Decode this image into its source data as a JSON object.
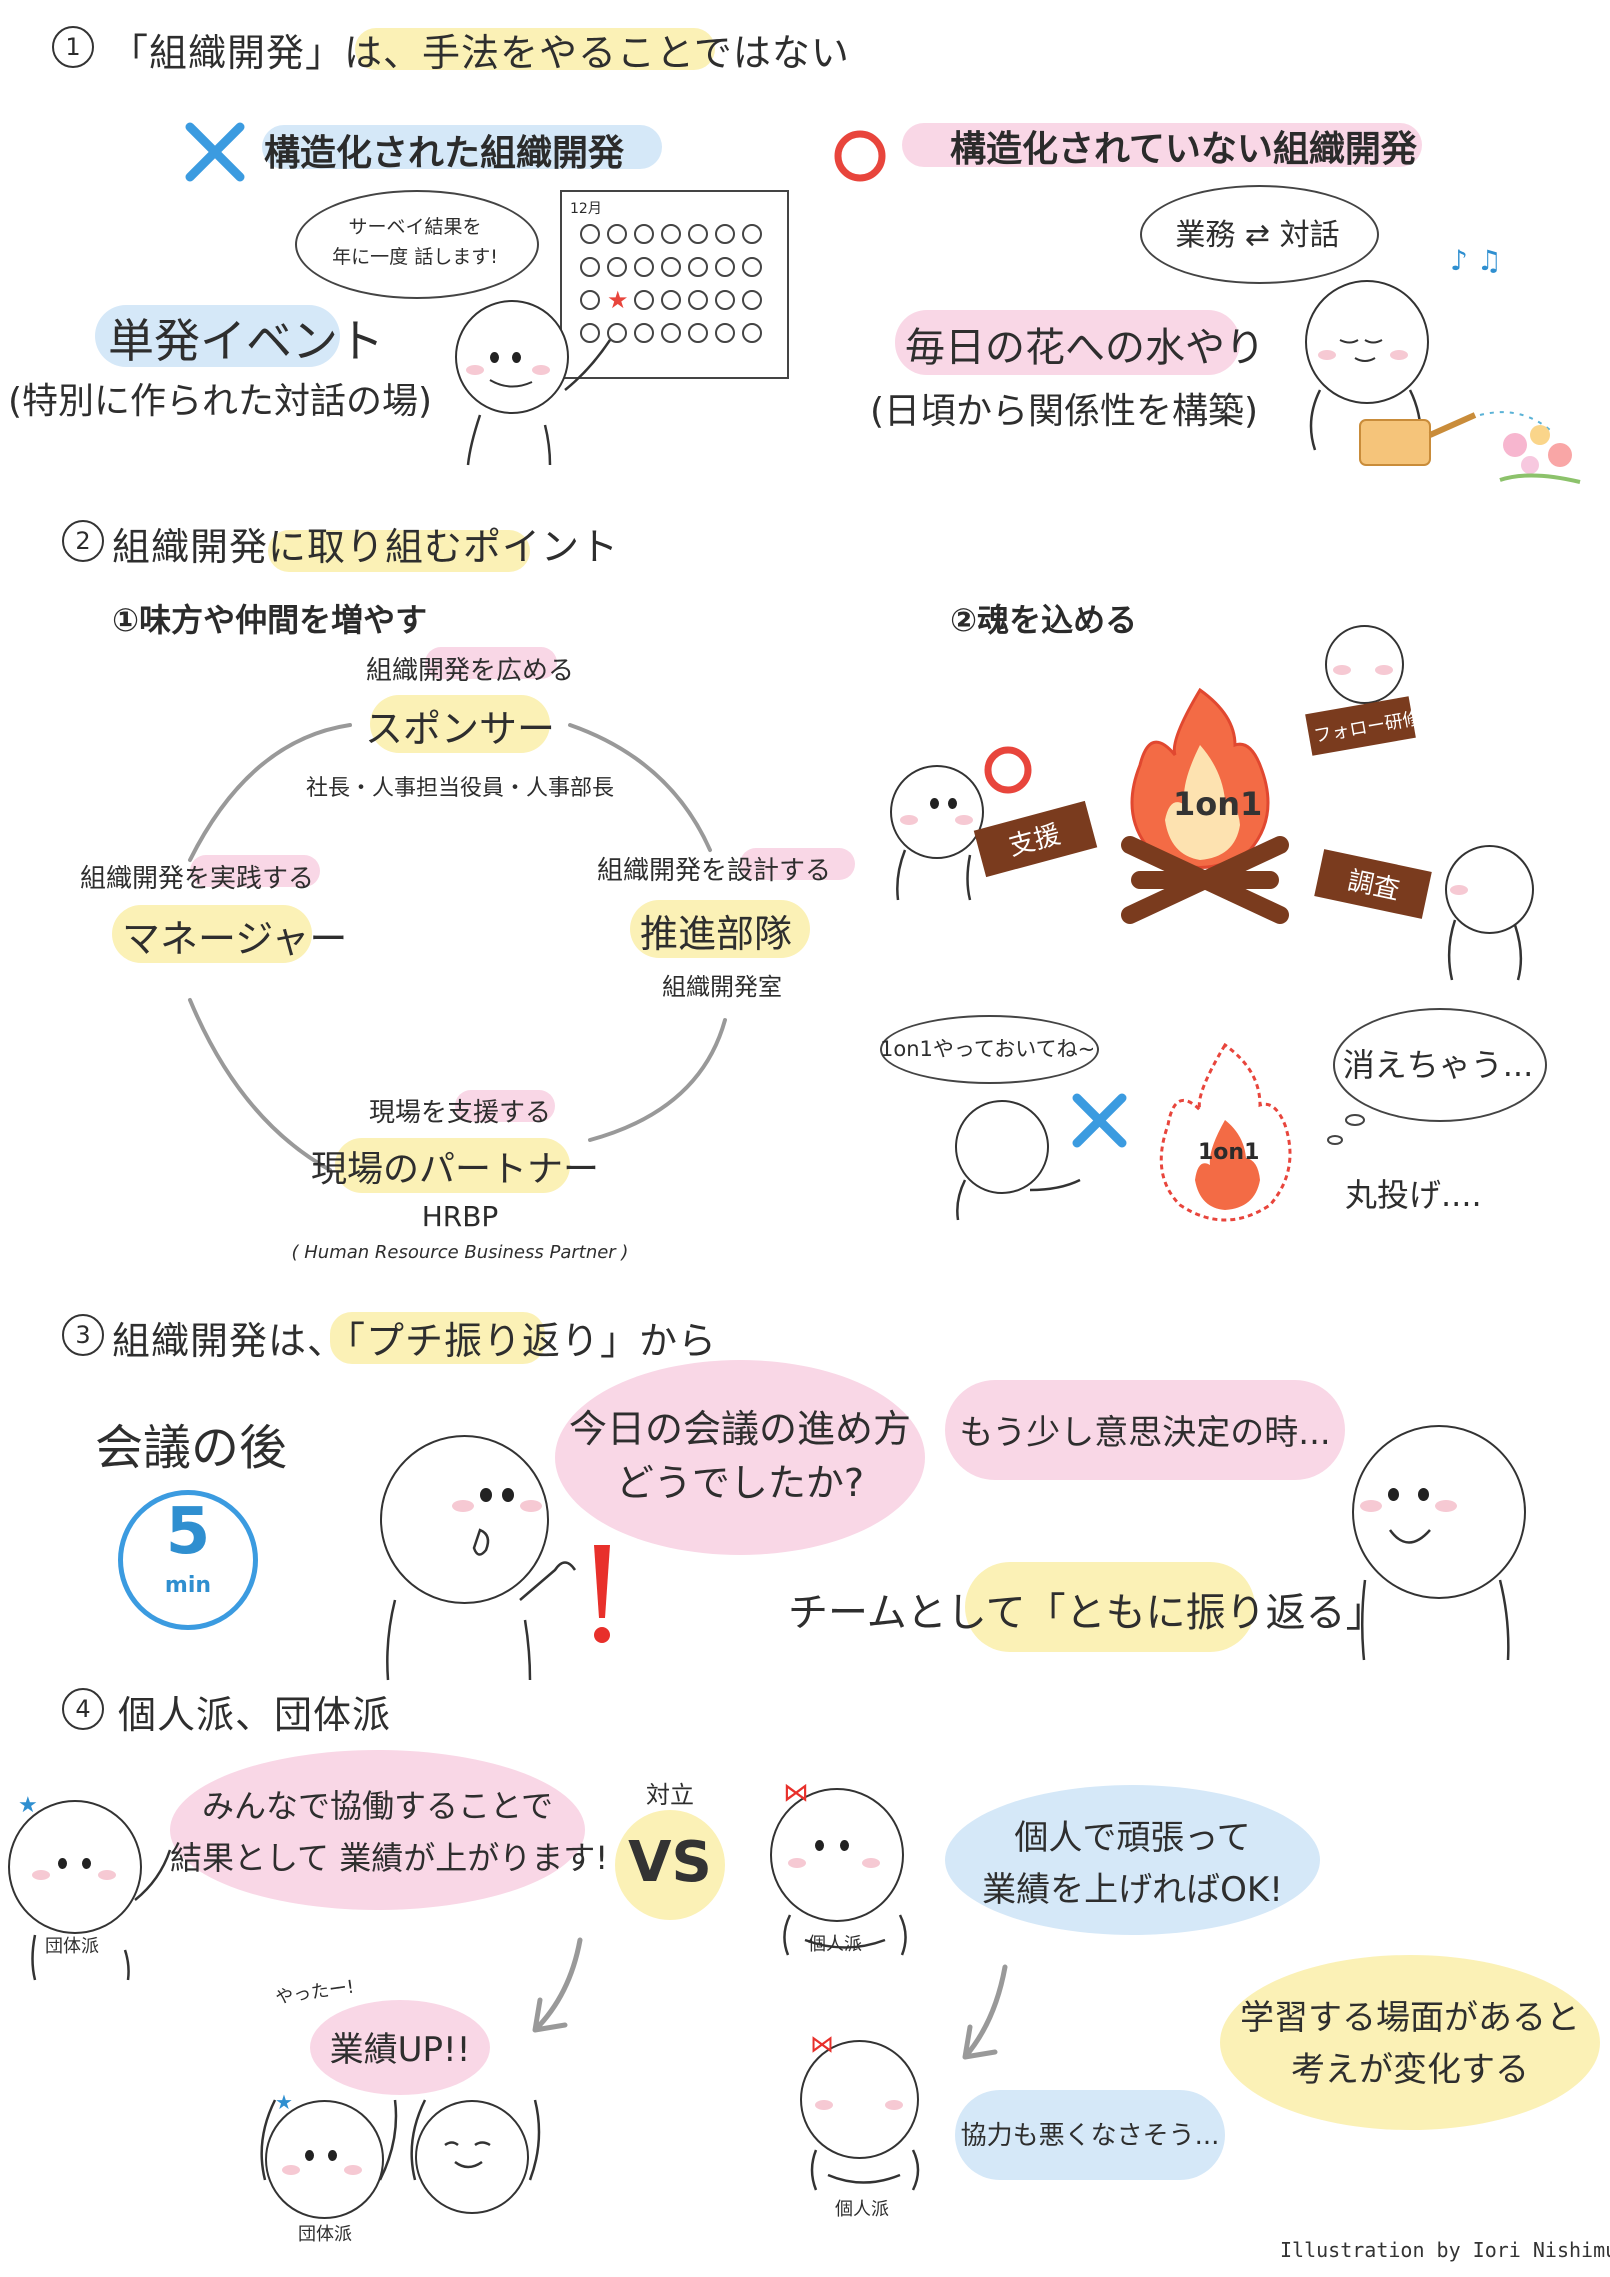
{
  "sec1": {
    "num": "1",
    "title": "「組織開発」は、手法をやることではない",
    "bad_label": "構造化された組織開発",
    "good_label": "構造化されていない組織開発",
    "bubble_survey": "サーベイ結果を\n年に一度 話します!",
    "calendar_month": "12月",
    "single_event": "単発イベント",
    "single_event_sub": "(特別に作られた対話の場)",
    "bubble_work": "業務 ⇄ 対話",
    "daily_water": "毎日の花への水やり",
    "daily_water_sub": "(日頃から関係性を構築)"
  },
  "sec2": {
    "num": "2",
    "title": "組織開発に取り組むポイント",
    "point1": "①味方や仲間を増やす",
    "point2": "②魂を込める",
    "sponsor_top": "組織開発を広める",
    "sponsor": "スポンサー",
    "sponsor_sub": "社長・人事担当役員・人事部長",
    "manager_top": "組織開発を実践する",
    "manager": "マネージャー",
    "promo_top": "組織開発を設計する",
    "promo": "推進部隊",
    "promo_sub": "組織開発室",
    "partner_top": "現場を支援する",
    "partner": "現場のパートナー",
    "hrbp": "HRBP",
    "hrbp_full": "( Human Resource Business Partner )",
    "wood_support": "支援",
    "wood_follow": "フォロー研修",
    "wood_survey": "調査",
    "fire_label": "1on1",
    "bubble_1on1": "1on1やっておいてね~",
    "fire_small": "1on1",
    "bubble_fade": "消えちゃう...",
    "throw": "丸投げ...."
  },
  "sec3": {
    "num": "3",
    "title": "組織開発は、「プチ振り返り」から",
    "after_meeting": "会議の後",
    "timer_value": "5",
    "timer_unit": "min",
    "question": "今日の会議の進め方\nどうでしたか?",
    "answer": "もう少し意思決定の時...",
    "together": "チームとして「ともに振り返る」",
    "exclaim": "!"
  },
  "sec4": {
    "num": "4",
    "title": "個人派、団体派",
    "group_say": "みんなで協働することで\n結果として 業績が上がります!",
    "oppose": "対立",
    "vs": "VS",
    "indiv_say": "個人で頑張って\n業績を上げればOK!",
    "group_tag": "団体派",
    "indiv_tag": "個人派",
    "yatta": "やったー!",
    "perf_up": "業績UP!!",
    "coop_bad": "協力も悪くなさそう...",
    "learn": "学習する場面があると\n考えが変化する",
    "group_tag2": "団体派",
    "indiv_tag2": "個人派"
  },
  "credit": "Illustration by Iori Nishimura",
  "colors": {
    "yellow_hl": "#fbf1b6",
    "pink_hl": "#f9d7e6",
    "blue_hl": "#d5e8f8",
    "bad_mark": "#3b9be0",
    "good_mark": "#e8453c",
    "fire": "#f36b45"
  }
}
